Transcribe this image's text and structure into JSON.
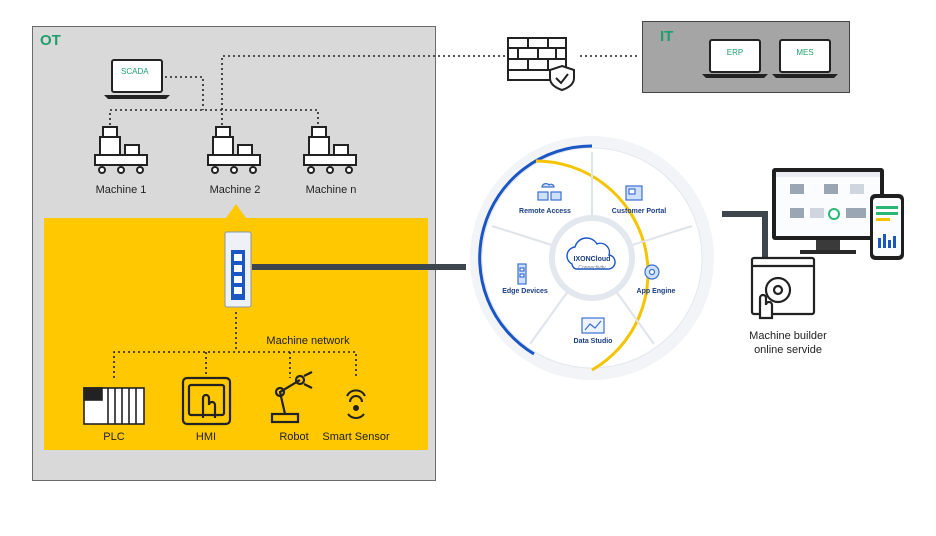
{
  "ot": {
    "label": "OT"
  },
  "it": {
    "label": "IT",
    "devices": [
      "ERP",
      "MES"
    ]
  },
  "scada": {
    "label": "SCADA"
  },
  "machines": [
    "Machine 1",
    "Machine 2",
    "Machine n"
  ],
  "machine_network": {
    "label": "Machine network"
  },
  "field_devices": [
    "PLC",
    "HMI",
    "Robot",
    "Smart Sensor"
  ],
  "cloud": {
    "brand": "IXONCloud",
    "tagline": "Connectivity",
    "segments": [
      "Remote Access",
      "Customer Portal",
      "App Engine",
      "Data Studio",
      "Edge Devices"
    ]
  },
  "machine_builder": {
    "label_line1": "Machine builder",
    "label_line2": "online servide"
  },
  "colors": {
    "ot_green": "#1f9e6e",
    "yellow": "#ffc800",
    "ring_blue": "#1a56c4",
    "ring_yellow": "#f5c400"
  }
}
